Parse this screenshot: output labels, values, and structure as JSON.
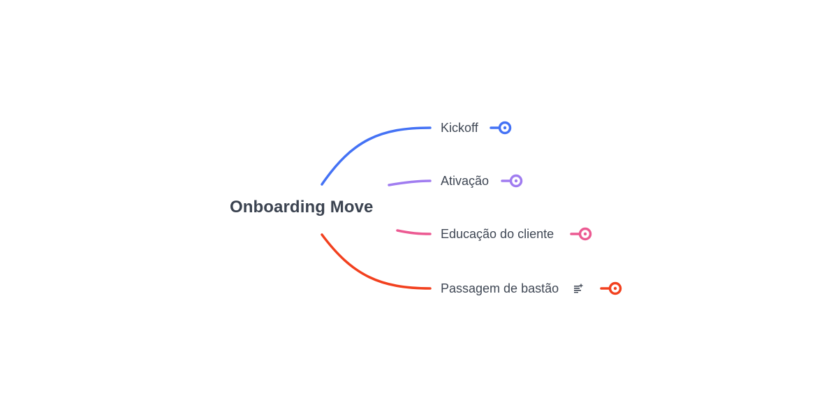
{
  "mindmap": {
    "root": {
      "title": "Onboarding Move"
    },
    "branches": [
      {
        "label": "Kickoff",
        "color": "#4472f5",
        "collapse_icon": "collapse-handle-icon"
      },
      {
        "label": "Ativação",
        "color": "#a07cf0",
        "collapse_icon": "collapse-handle-icon"
      },
      {
        "label": "Educação do cliente",
        "color": "#ec5a92",
        "collapse_icon": "collapse-handle-icon"
      },
      {
        "label": "Passagem de bastão",
        "color": "#f2401e",
        "collapse_icon": "collapse-handle-icon",
        "note_icon": "notes-icon"
      }
    ]
  }
}
